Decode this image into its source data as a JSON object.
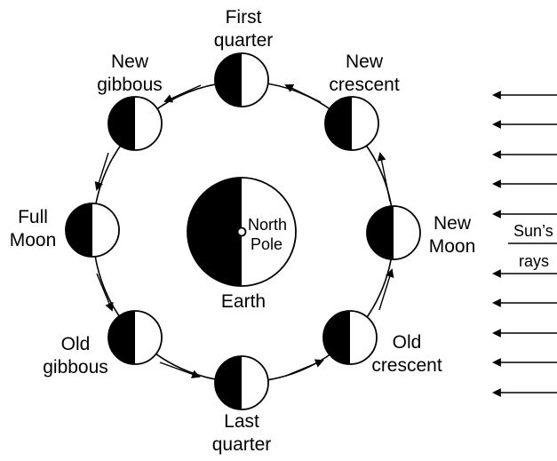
{
  "diagram": {
    "colors": {
      "ink": "#000000",
      "paper": "#ffffff"
    },
    "earth": {
      "label": "Earth",
      "pole_lines": [
        "North",
        "Pole"
      ]
    },
    "phases": {
      "first_quarter": [
        "First",
        "quarter"
      ],
      "new_crescent": [
        "New",
        "crescent"
      ],
      "new_moon": [
        "New",
        "Moon"
      ],
      "old_crescent": [
        "Old",
        "crescent"
      ],
      "last_quarter": [
        "Last",
        "quarter"
      ],
      "old_gibbous": [
        "Old",
        "gibbous"
      ],
      "full_moon": [
        "Full",
        "Moon"
      ],
      "new_gibbous": [
        "New",
        "gibbous"
      ]
    },
    "sun": {
      "lines": [
        "Sun’s",
        "rays"
      ]
    }
  }
}
